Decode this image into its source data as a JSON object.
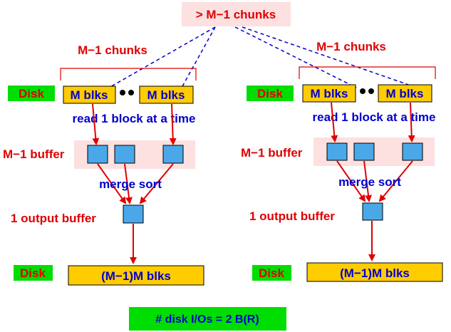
{
  "top_label": "> M−1 chunks",
  "bottom_label": "# disk I/Os = 2 B(R)",
  "panels": [
    {
      "chunks_label": "M−1 chunks",
      "disk_label_top": "Disk",
      "block_left": "M blks",
      "block_right": "M blks",
      "read_label": "read 1 block at a time",
      "buffer_label": "M−1 buffer",
      "merge_label": "merge sort",
      "output_label": "1 output buffer",
      "disk_label_bottom": "Disk",
      "result_label": "(M−1)M blks"
    },
    {
      "chunks_label": "M−1 chunks",
      "disk_label_top": "Disk",
      "block_left": "M blks",
      "block_right": "M blks",
      "read_label": "read 1 block at a time",
      "buffer_label": "M−1 buffer",
      "merge_label": "merge sort",
      "output_label": "1 output buffer",
      "disk_label_bottom": "Disk",
      "result_label": "(M−1)M blks"
    }
  ],
  "colors": {
    "pink_bg": "#fde0e0",
    "gold": "#ffcc00",
    "green": "#00dd00",
    "cyan": "#4aa8e8",
    "red": "#e00000",
    "blue": "#0000cc"
  }
}
